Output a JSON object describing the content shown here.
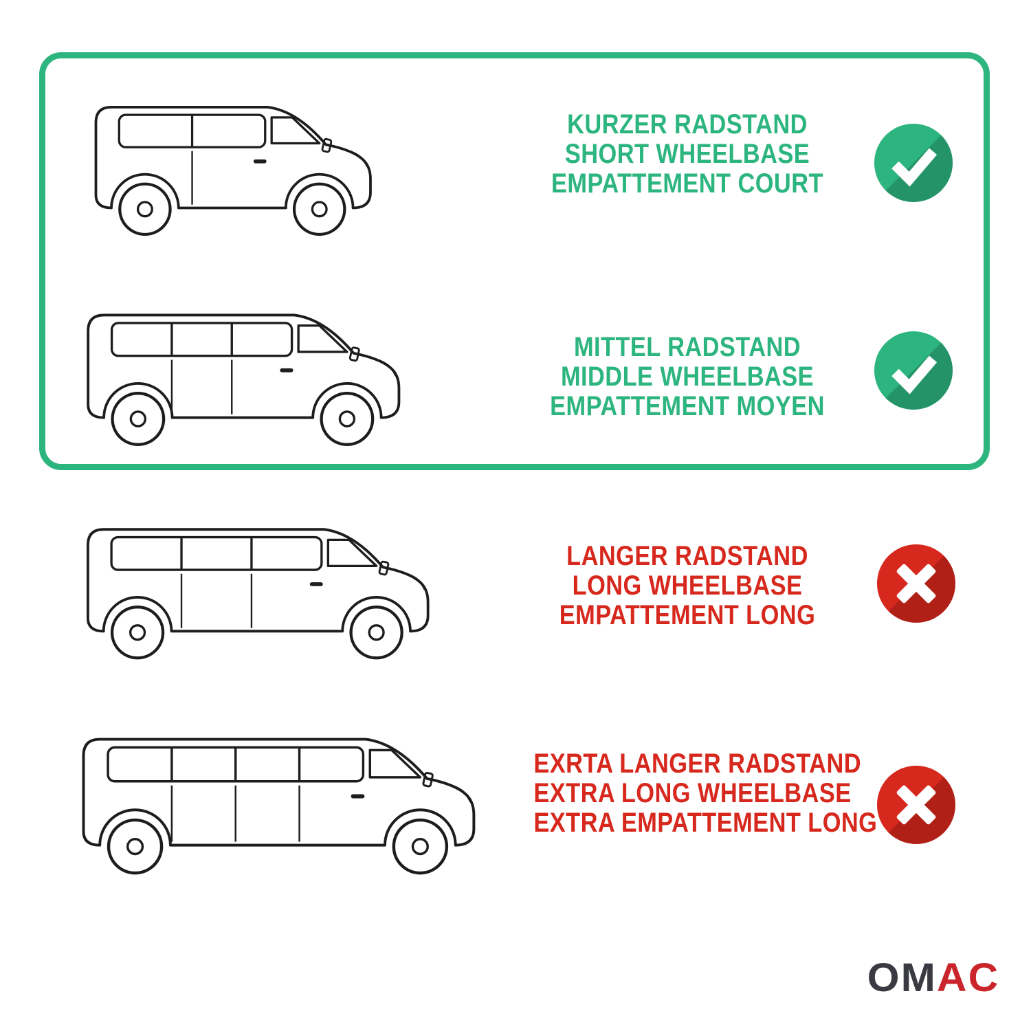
{
  "colors": {
    "green": "#2db57f",
    "red": "#d7281d",
    "line": "#1d1d1d",
    "logo_dark": "#3a3a42",
    "logo_red": "#c9252b"
  },
  "rows": [
    {
      "id": "short-wheelbase",
      "lines": [
        "KURZER RADSTAND",
        "SHORT WHEELBASE",
        "EMPATTEMENT COURT"
      ],
      "status": "included",
      "icon": "check-icon"
    },
    {
      "id": "middle-wheelbase",
      "lines": [
        "MITTEL RADSTAND",
        "MIDDLE WHEELBASE",
        "EMPATTEMENT MOYEN"
      ],
      "status": "included",
      "icon": "check-icon"
    },
    {
      "id": "long-wheelbase",
      "lines": [
        "LANGER RADSTAND",
        "LONG WHEELBASE",
        "EMPATTEMENT LONG"
      ],
      "status": "excluded",
      "icon": "cross-icon"
    },
    {
      "id": "extra-long-wheelbase",
      "lines": [
        "EXRTA LANGER RADSTAND",
        "EXTRA LONG WHEELBASE",
        "EXTRA EMPATTEMENT LONG"
      ],
      "status": "excluded",
      "icon": "cross-icon"
    }
  ],
  "logo": {
    "dark": "OM",
    "red": "AC"
  }
}
